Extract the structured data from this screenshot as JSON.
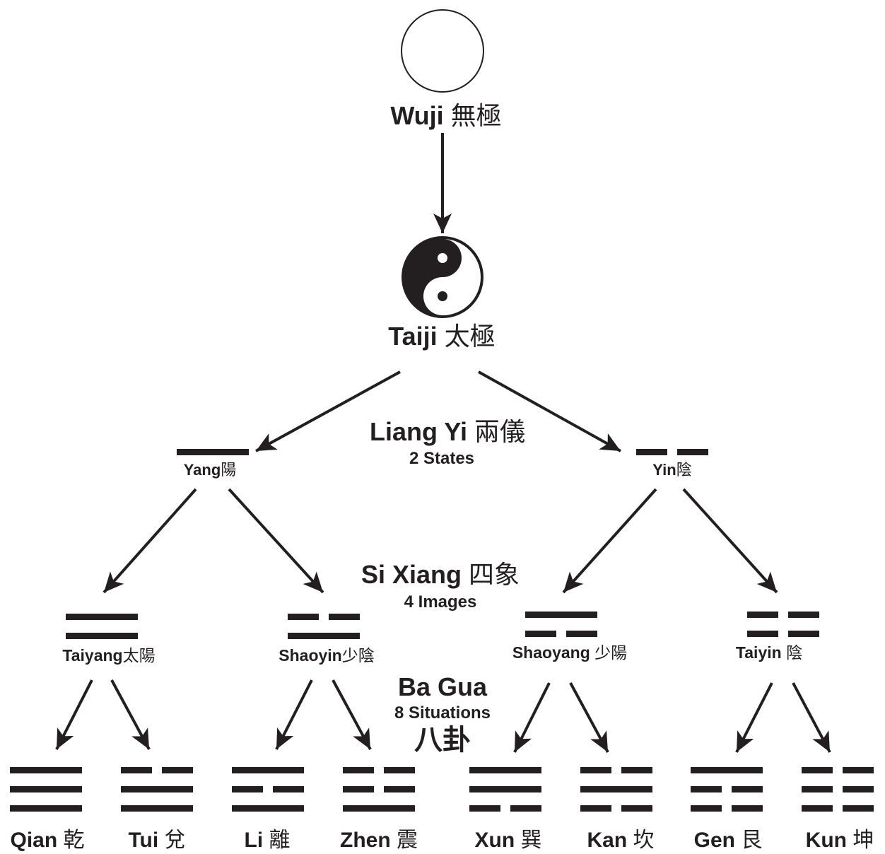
{
  "wuji": {
    "name": "Wuji",
    "chinese": "無極"
  },
  "taiji": {
    "name": "Taiji",
    "chinese": "太極"
  },
  "liang_yi": {
    "title": "Liang Yi",
    "chinese": "兩儀",
    "subtitle": "2 States"
  },
  "si_xiang": {
    "title": "Si Xiang",
    "chinese": "四象",
    "subtitle": "4 Images"
  },
  "ba_gua": {
    "title": "Ba Gua",
    "subtitle": "8 Situations",
    "chinese": "八卦"
  },
  "states": [
    {
      "name": "Yang",
      "chinese": "陽",
      "lines": [
        1
      ]
    },
    {
      "name": "Yin",
      "chinese": "陰",
      "lines": [
        0
      ]
    }
  ],
  "images": [
    {
      "name": "Taiyang",
      "chinese": "太陽",
      "lines": [
        1,
        1
      ]
    },
    {
      "name": "Shaoyin",
      "chinese": "少陰",
      "lines": [
        0,
        1
      ]
    },
    {
      "name": "Shaoyang",
      "chinese": "少陽",
      "lines": [
        1,
        0
      ]
    },
    {
      "name": "Taiyin",
      "chinese": "陰",
      "lines": [
        0,
        0
      ]
    }
  ],
  "trigrams": [
    {
      "name": "Qian",
      "chinese": "乾",
      "lines": [
        1,
        1,
        1
      ]
    },
    {
      "name": "Tui",
      "chinese": "兌",
      "lines": [
        0,
        1,
        1
      ]
    },
    {
      "name": "Li",
      "chinese": "離",
      "lines": [
        1,
        0,
        1
      ]
    },
    {
      "name": "Zhen",
      "chinese": "震",
      "lines": [
        0,
        0,
        1
      ]
    },
    {
      "name": "Xun",
      "chinese": "巽",
      "lines": [
        1,
        1,
        0
      ]
    },
    {
      "name": "Kan",
      "chinese": "坎",
      "lines": [
        0,
        1,
        0
      ]
    },
    {
      "name": "Gen",
      "chinese": "艮",
      "lines": [
        1,
        0,
        0
      ]
    },
    {
      "name": "Kun",
      "chinese": "坤",
      "lines": [
        0,
        0,
        0
      ]
    }
  ],
  "colors": {
    "ink": "#231f20",
    "background": "#ffffff"
  }
}
